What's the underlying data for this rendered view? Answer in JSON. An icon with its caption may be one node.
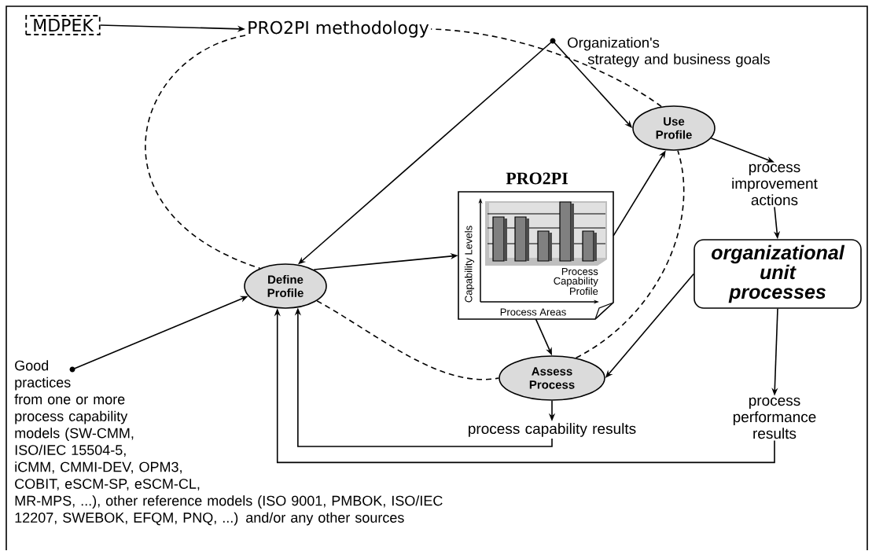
{
  "diagram": {
    "nodes": [
      {
        "text": [
          "MDPEK"
        ]
      },
      {
        "text": [
          "PRO2PI methodology"
        ]
      },
      {
        "text": [
          "Organization's strategy and business goals"
        ]
      },
      {
        "text": [
          "Use Profile"
        ]
      },
      {
        "text": [
          "process improvement actions"
        ]
      },
      {
        "text": [
          "PRO2PI",
          "Capability Levels",
          "Process Capability Profile",
          "Process Areas"
        ]
      },
      {
        "text": [
          "organizational unit processes"
        ]
      },
      {
        "text": [
          "Define Profile"
        ]
      },
      {
        "text": [
          "Assess Process"
        ]
      },
      {
        "text": [
          "Good practices from one or more process capability models (SW-CMM, ISO/IEC 15504-5, iCMM, CMMI-DEV, OPM3, COBIT, eSCM-SP, eSCM-CL, MR-MPS, ...), other reference models (ISO 9001, PMBOK, ISO/IEC 12207, SWEBOK, EFQM, PNQ, ...) and/or any other sources"
        ]
      },
      {
        "text": [
          "process capability results"
        ]
      },
      {
        "text": [
          "process performance results"
        ]
      }
    ],
    "edges": [
      {
        "from": 0,
        "to": 1,
        "arrow": "to"
      },
      {
        "from": 2,
        "to": 3,
        "arrow": "to"
      },
      {
        "from": 2,
        "to": 7,
        "arrow": "to"
      },
      {
        "from": 7,
        "to": 5,
        "arrow": "to"
      },
      {
        "from": 5,
        "to": 3,
        "arrow": "to"
      },
      {
        "from": 5,
        "to": 8,
        "arrow": "to"
      },
      {
        "from": 3,
        "to": 4,
        "arrow": "to"
      },
      {
        "from": 4,
        "to": 6,
        "arrow": "to"
      },
      {
        "from": 6,
        "to": 8,
        "arrow": "to"
      },
      {
        "from": 6,
        "to": 11,
        "arrow": "to"
      },
      {
        "from": 8,
        "to": 10,
        "arrow": "to"
      },
      {
        "from": 9,
        "to": 7,
        "arrow": "to"
      },
      {
        "from": 10,
        "to": 7,
        "arrow": "to"
      },
      {
        "from": 11,
        "to": 7,
        "arrow": "to"
      },
      {
        "from": 1,
        "to": 7,
        "arrow": "none",
        "style": "dashed"
      },
      {
        "from": 7,
        "to": 8,
        "arrow": "none",
        "style": "dashed"
      },
      {
        "from": 8,
        "to": 3,
        "arrow": "none",
        "style": "dashed"
      },
      {
        "from": 3,
        "to": 1,
        "arrow": "none",
        "style": "dashed"
      }
    ]
  }
}
